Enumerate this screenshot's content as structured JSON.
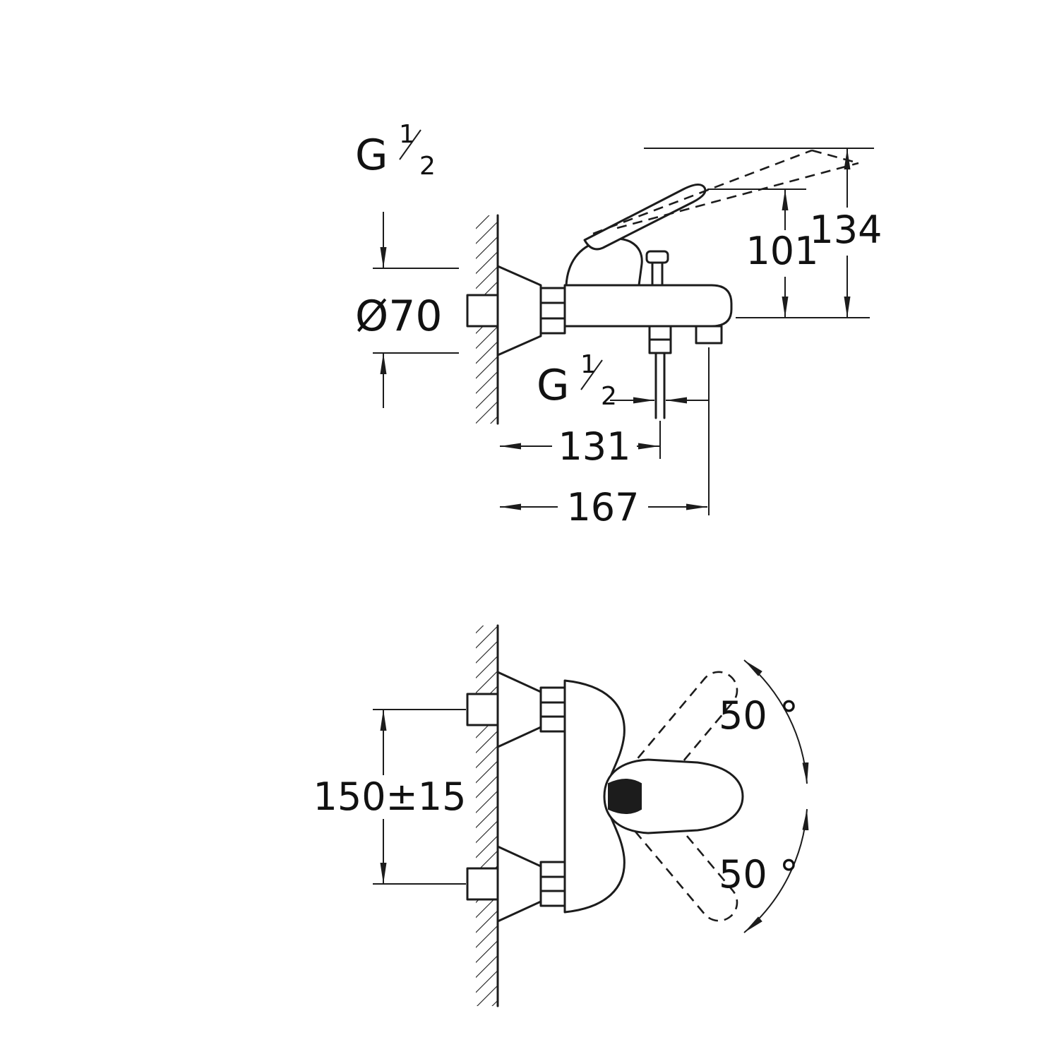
{
  "drawing": {
    "background": "#ffffff",
    "line_color": "#1c1c1c",
    "description": "Technical dimensional drawing of a wall-mounted single-lever bath/shower mixer tap, side view (top) and plan view with handle swing angles (bottom)"
  },
  "side_view": {
    "supply_thread": {
      "letter": "G",
      "numerator": "1",
      "denominator": "2"
    },
    "escutcheon_diameter": "Ø70",
    "handle_height": "101",
    "max_height": "134",
    "hose_thread": {
      "letter": "G",
      "numerator": "1",
      "denominator": "2"
    },
    "wall_to_hose": "131",
    "depth": "167"
  },
  "front_view": {
    "center_distance": "150±15",
    "swing_up": "50 °",
    "swing_down": "50 °"
  }
}
